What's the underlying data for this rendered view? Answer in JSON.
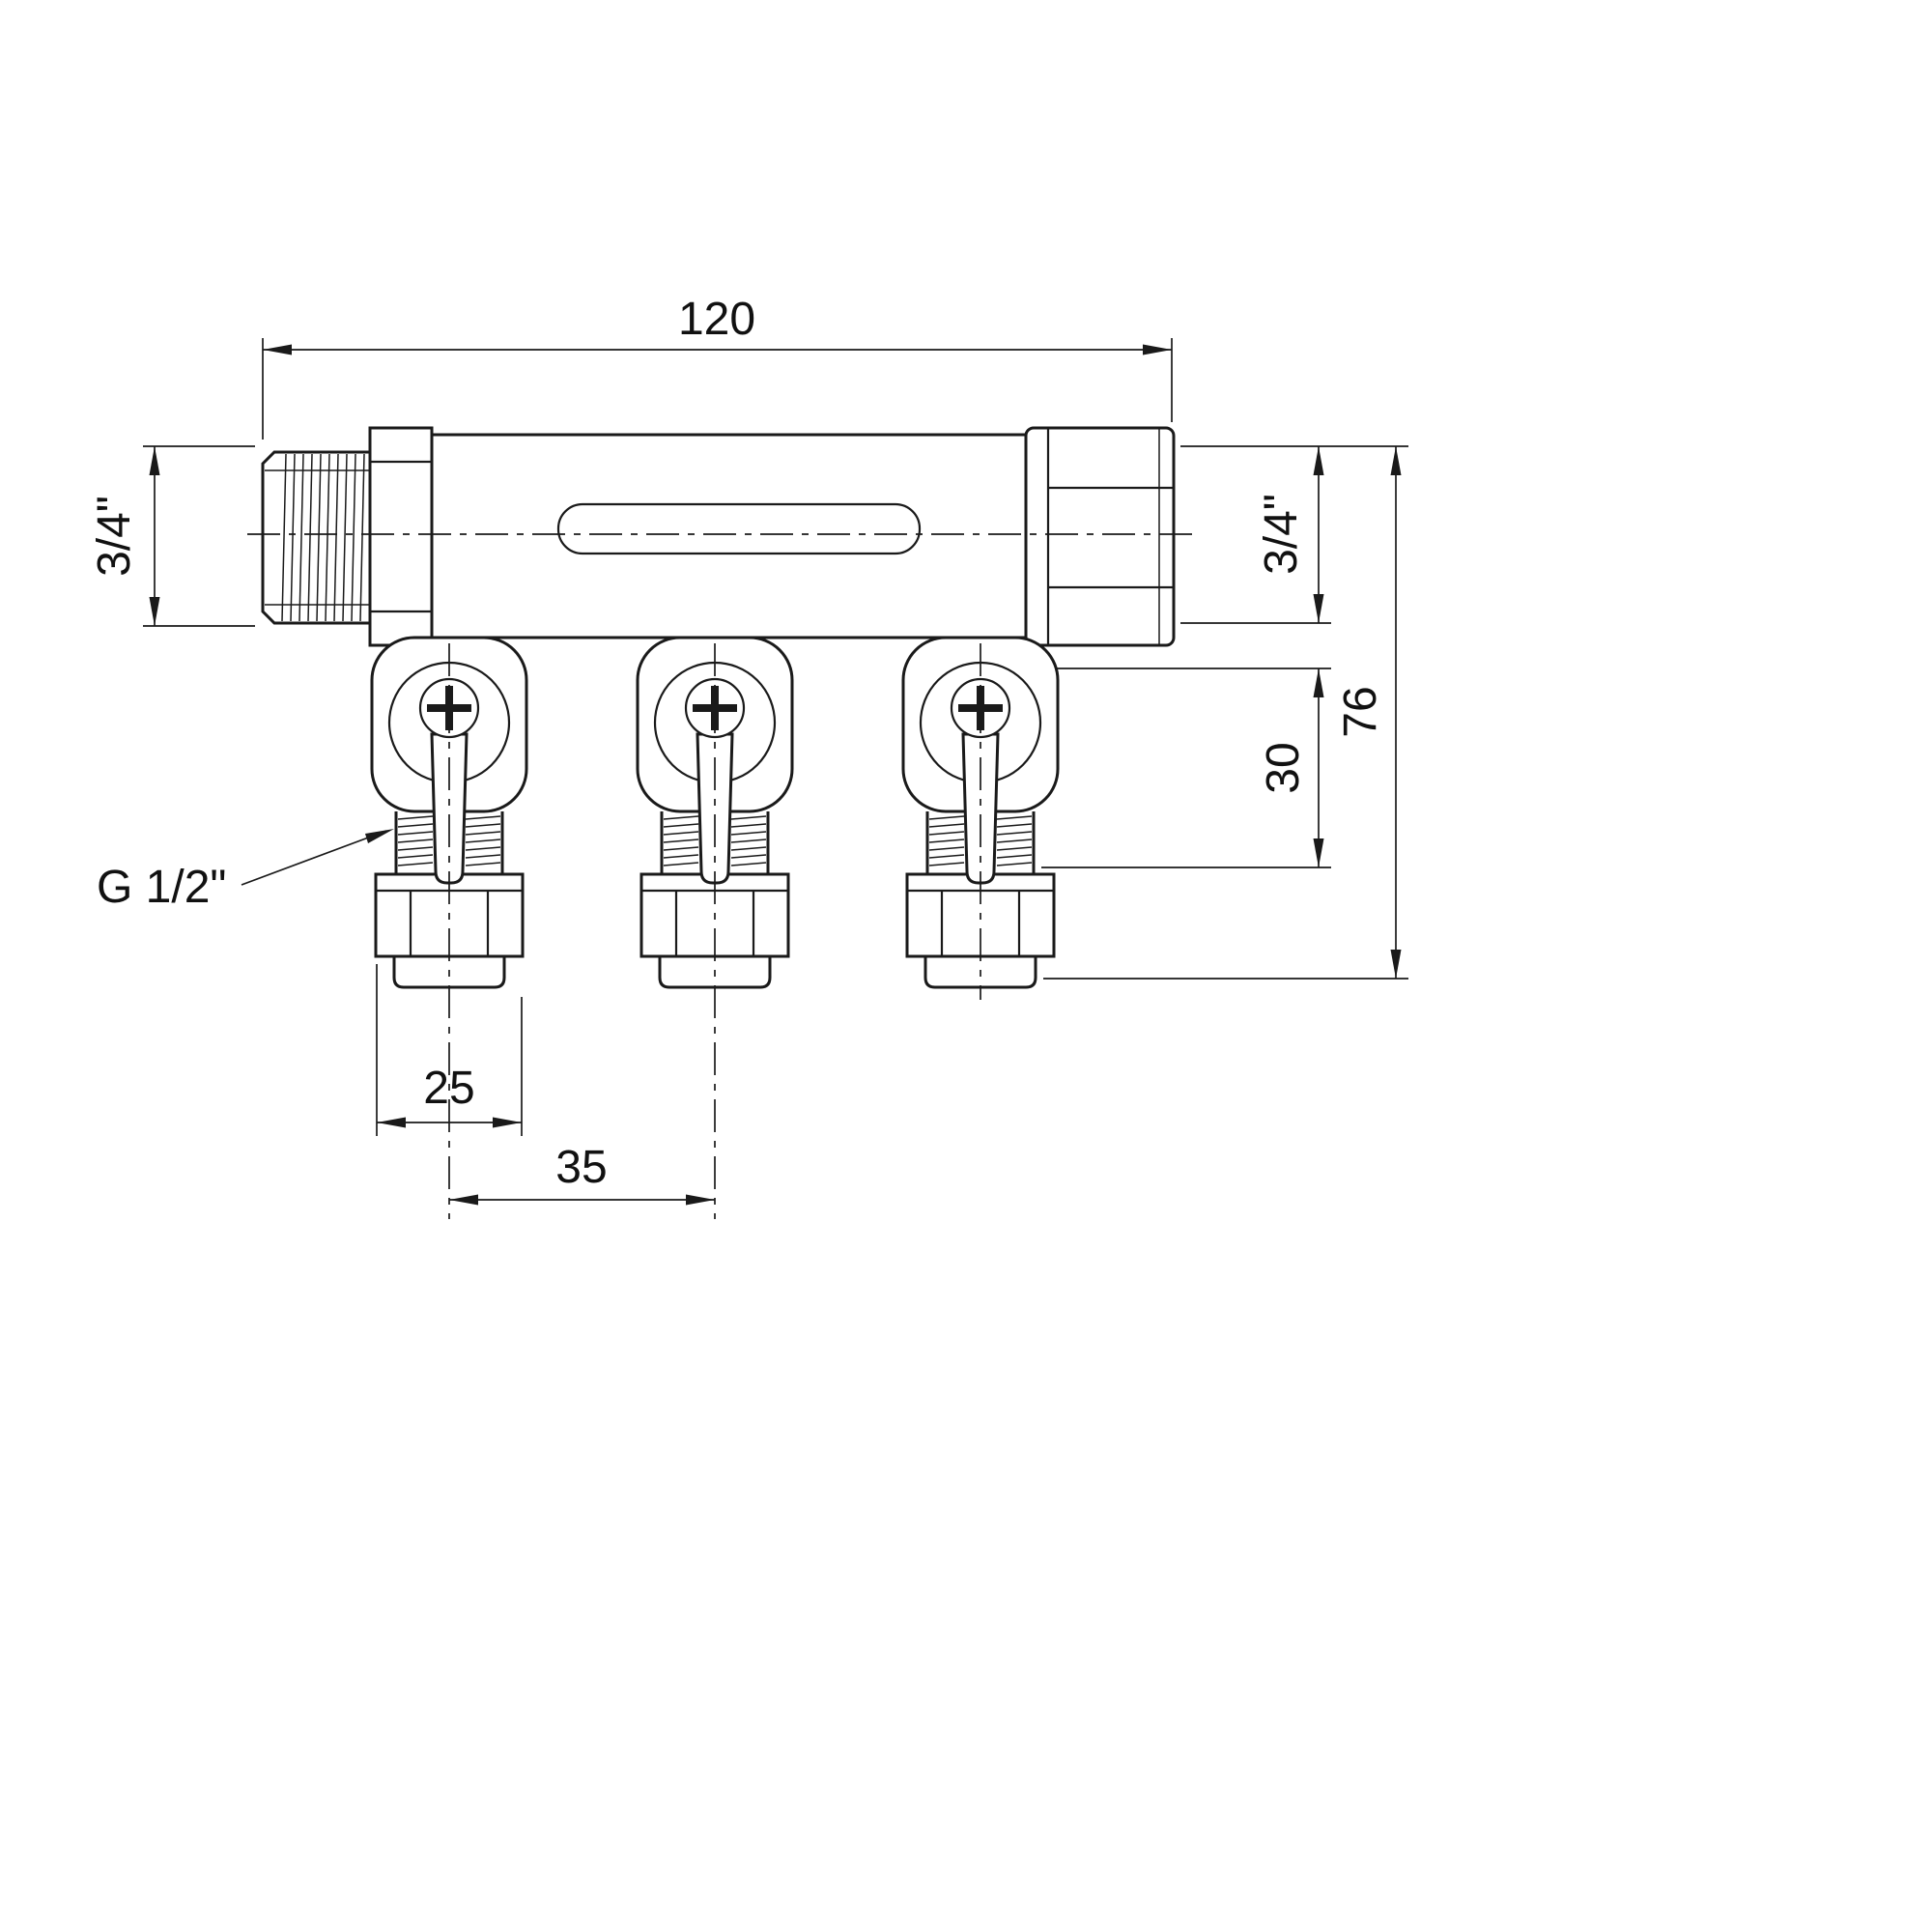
{
  "drawing": {
    "kind": "technical-drawing",
    "line_color": "#1a1a1a",
    "background_color": "#ffffff",
    "dimensions": {
      "overall_width": "120",
      "inlet_thread": "3/4\"",
      "outlet_end_thread": "3/4\"",
      "overall_height": "76",
      "valve_drop": "30",
      "branch_thread_label": "G 1/2\"",
      "branch_width": "25",
      "branch_spacing": "35"
    }
  }
}
